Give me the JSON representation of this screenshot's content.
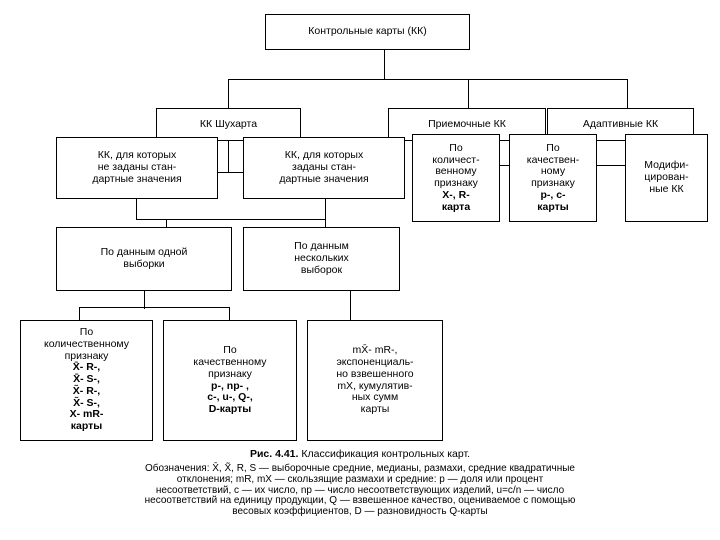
{
  "figure": {
    "caption_number": "Рис. 4.41.",
    "caption_text": "Классификация контрольных карт.",
    "type": "diagram",
    "diagram_kind": "hierarchical-tree-classification"
  },
  "nodes": {
    "root": {
      "label": "Контрольные карты (КК)"
    },
    "level2": [
      {
        "label": "КК Шухарта"
      },
      {
        "label": "Приемочные КК"
      },
      {
        "label": "Адаптивные КК"
      }
    ],
    "level3_left": [
      {
        "label": "КК, для которых\nне заданы стан-\nдартные значения"
      },
      {
        "label": "КК, для которых\nзаданы стан-\nдартные значения"
      }
    ],
    "level3_right": [
      {
        "line1": "По\nколичест-\nвенному\nпризнаку",
        "line2": "Х-, R-\nкарта"
      },
      {
        "line1": "По\nкачествен-\nному\nпризнаку",
        "line2": "p-, c-\nкарты"
      },
      {
        "line1": "Модифи-\nцирован-\nные КК",
        "line2": ""
      }
    ],
    "level4": [
      {
        "label": "По данным одной\nвыборки"
      },
      {
        "label": "По данным\nнескольких\nвыборок"
      }
    ],
    "level5": [
      {
        "head": "По\nколичественному\nпризнаку",
        "symbols": [
          "X̄- R-,",
          "X̄- S-,",
          "X̃- R-,",
          "X̃- S-,",
          "X- mR-",
          "карты"
        ]
      },
      {
        "head": "По\nкачественному\nпризнаку",
        "symbols": [
          "p-, np- ,",
          "c-, u-, Q-,",
          "D-карты"
        ]
      },
      {
        "head": "mX̄- mR-,\nэкспоненциаль-\nно взвешенного\nmX, кумулятив-\nных сумм\nкарты",
        "symbols": []
      }
    ]
  },
  "legend": {
    "lines": [
      "Обозначения: X̄, X̃, R, S — выборочные средние, медианы, размахи, средние квадратичные",
      "отклонения; mR, mX — скользящие размахи и средние: p — доля или процент",
      "несоответствий, c — их число, np — число несоответствующих изделий, u=c/n — число",
      "несоответствий на единицу продукции, Q — взвешенное качество, оцениваемое с помощью",
      "весовых коэффициентов, D — разновидность Q-карты"
    ]
  },
  "colors": {
    "background": "#ffffff",
    "line": "#000000",
    "text": "#000000"
  }
}
